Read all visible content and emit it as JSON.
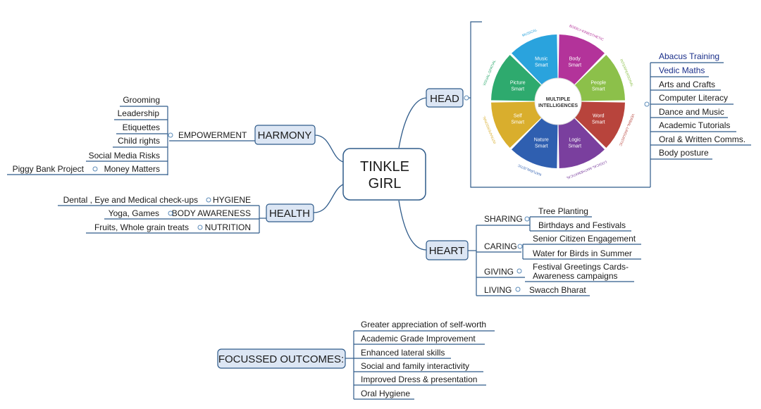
{
  "center": {
    "line1": "TINKLE",
    "line2": "GIRL"
  },
  "harmony": {
    "title": "HARMONY",
    "empowerment": "EMPOWERMENT",
    "empowerment_items": [
      "Grooming",
      "Leadership",
      "Etiquettes",
      "Child rights",
      "Social Media Risks"
    ],
    "money": "Money Matters",
    "piggy": "Piggy Bank Project"
  },
  "health": {
    "title": "HEALTH",
    "hygiene": "HYGIENE",
    "hygiene_item": "Dental , Eye and Medical check-ups",
    "body": "BODY AWARENESS",
    "body_item": "Yoga, Games",
    "nutrition": "NUTRITION",
    "nutrition_item": "Fruits, Whole grain treats"
  },
  "head": {
    "title": "HEAD",
    "items": [
      "Abacus Training",
      "Vedic Maths",
      "Arts and Crafts",
      "Computer Literacy",
      "Dance and Music",
      "Academic Tutorials",
      "Oral & Written Comms.",
      "Body posture"
    ],
    "wheel": {
      "center_line1": "MULTIPLE",
      "center_line2": "INTELLIGENCES",
      "segments": [
        {
          "l1": "Music",
          "l2": "Smart",
          "outer": "MUSICAL",
          "color": "#2aa3dd"
        },
        {
          "l1": "Body",
          "l2": "Smart",
          "outer": "BODILY-KINESTHETIC",
          "color": "#b3339a"
        },
        {
          "l1": "People",
          "l2": "Smart",
          "outer": "INTERPERSONAL",
          "color": "#8cc04a"
        },
        {
          "l1": "Word",
          "l2": "Smart",
          "outer": "VERBAL-LINGUISTIC",
          "color": "#b8443c"
        },
        {
          "l1": "Logic",
          "l2": "Smart",
          "outer": "LOGICAL-MATHEMATICAL",
          "color": "#7a3f9e"
        },
        {
          "l1": "Nature",
          "l2": "Smart",
          "outer": "NATURALISTIC",
          "color": "#2f5fb0"
        },
        {
          "l1": "Self",
          "l2": "Smart",
          "outer": "INTRAPERSONAL",
          "color": "#d9ae2d"
        },
        {
          "l1": "Picture",
          "l2": "Smart",
          "outer": "VISUAL-SPATIAL",
          "color": "#2eaa6e"
        }
      ]
    }
  },
  "heart": {
    "title": "HEART",
    "sharing": "SHARING",
    "sharing_items": [
      "Tree Planting",
      "Birthdays and Festivals"
    ],
    "caring": "CARING",
    "caring_items": [
      "Senior Citizen Engagement",
      "Water for Birds in Summer"
    ],
    "giving": "GIVING",
    "giving_line1": "Festival Greetings Cards-",
    "giving_line2": "Awareness campaigns",
    "living": "LIVING",
    "living_item": "Swacch Bharat"
  },
  "outcomes": {
    "title": "FOCUSSED OUTCOMES:",
    "items": [
      "Greater appreciation of self-worth",
      "Academic Grade Improvement",
      "Enhanced lateral skills",
      "Social and  family interactivity",
      "Improved Dress & presentation",
      "Oral Hygiene"
    ]
  }
}
